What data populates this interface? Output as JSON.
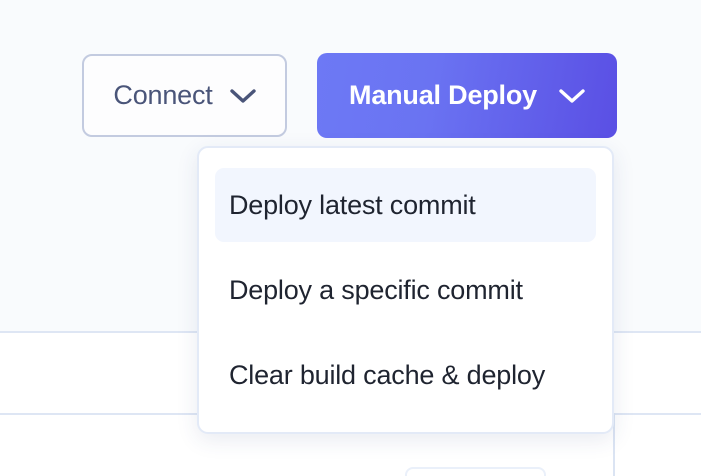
{
  "colors": {
    "page_background": "#f9fbfd",
    "panel_background": "#ffffff",
    "divider": "#dee6f4",
    "connect_border": "#c3cbe0",
    "connect_text": "#4a5579",
    "deploy_gradient_start": "#6d79f5",
    "deploy_gradient_end": "#5a4fe4",
    "deploy_text": "#ffffff",
    "menu_text": "#1f2430",
    "menu_highlight": "#f2f6fe",
    "dropdown_border": "#e3eaf7"
  },
  "toolbar": {
    "connect": {
      "label": "Connect",
      "chevron_icon": "chevron-down-icon"
    },
    "manual_deploy": {
      "label": "Manual Deploy",
      "chevron_icon": "chevron-down-icon"
    }
  },
  "dropdown": {
    "open": true,
    "items": [
      {
        "label": "Deploy latest commit",
        "highlighted": true
      },
      {
        "label": "Deploy a specific commit",
        "highlighted": false
      },
      {
        "label": "Clear build cache & deploy",
        "highlighted": false
      }
    ]
  }
}
